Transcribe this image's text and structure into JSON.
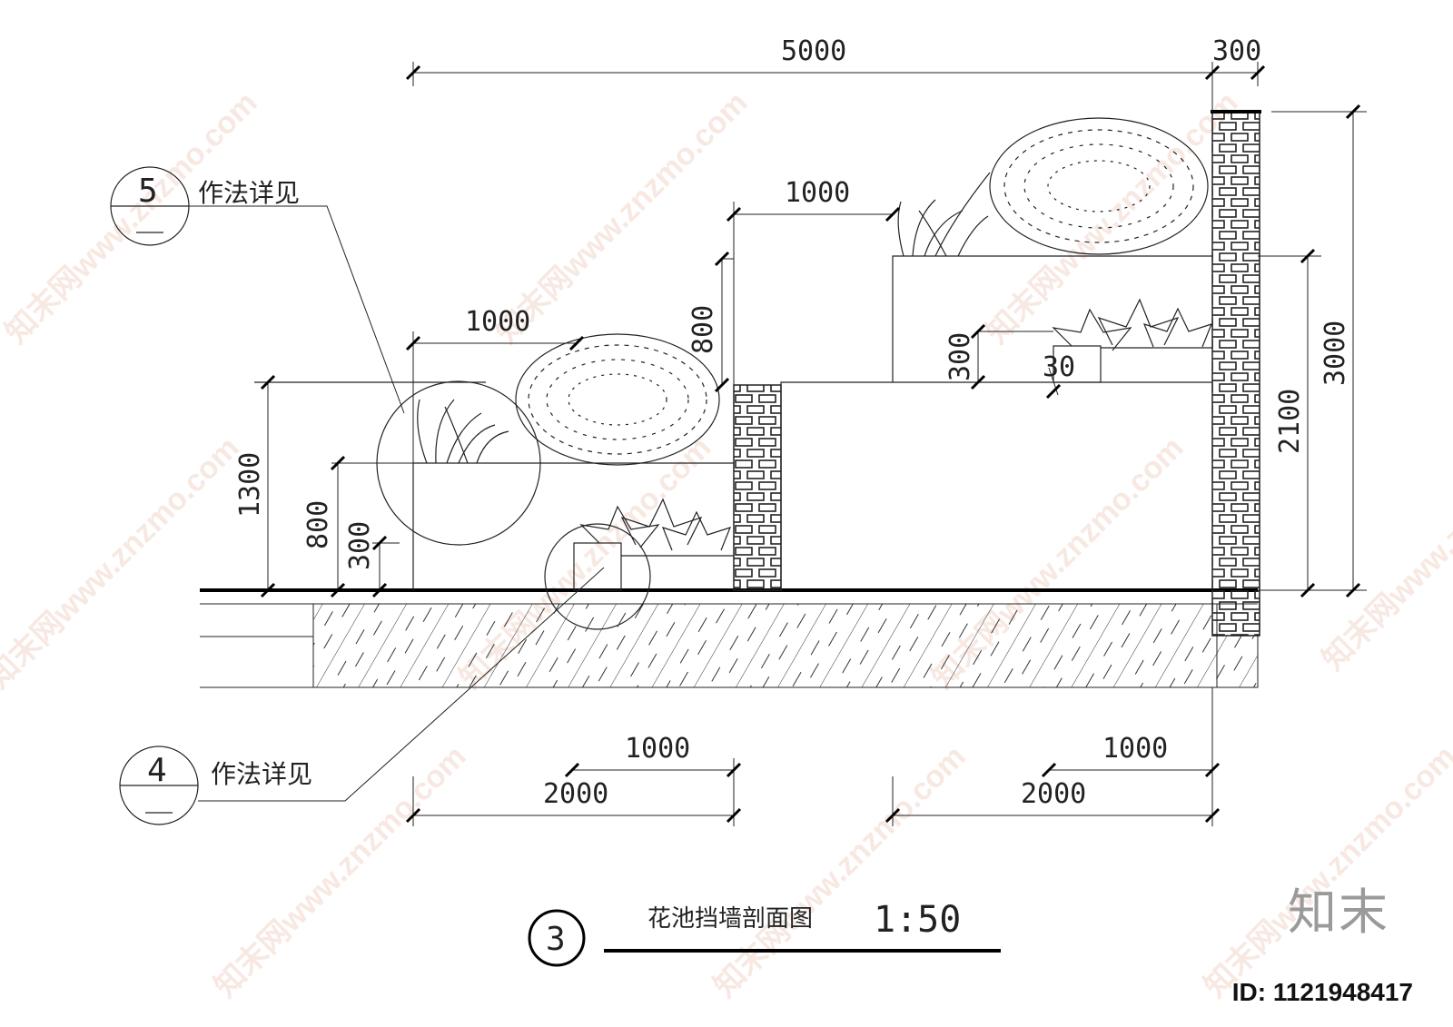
{
  "dimensions": {
    "top_total": "5000",
    "top_wall": "300",
    "left_planter_width": "1000",
    "upper_planter_width": "1000",
    "left_height": "1300",
    "left_mid_height": "800",
    "left_low_height": "300",
    "mid_wall_height": "800",
    "upper_step": "300",
    "small_offset": "30",
    "right_mid_height": "2100",
    "right_total_height": "3000",
    "bottom_left_inner": "1000",
    "bottom_left_outer": "2000",
    "bottom_right_inner": "1000",
    "bottom_right_outer": "2000"
  },
  "callouts": {
    "detail5_number": "5",
    "detail5_text": "作法详见",
    "detail4_number": "4",
    "detail4_text": "作法详见"
  },
  "title": {
    "number": "3",
    "text": "花池挡墙剖面图",
    "scale": "1:50"
  },
  "watermark": {
    "text": "知末网www.znzmo.com",
    "brand": "知末",
    "id": "ID: 1121948417",
    "color": "#f2d6cc"
  }
}
